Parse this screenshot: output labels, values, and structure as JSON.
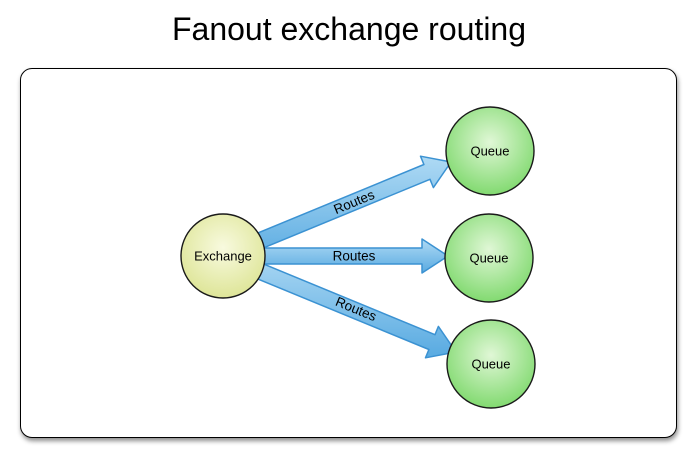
{
  "title": "Fanout exchange routing",
  "exchange": {
    "label": "Exchange"
  },
  "queues": [
    {
      "label": "Queue"
    },
    {
      "label": "Queue"
    },
    {
      "label": "Queue"
    }
  ],
  "routes": [
    {
      "label": "Routes"
    },
    {
      "label": "Routes"
    },
    {
      "label": "Routes"
    }
  ],
  "colors": {
    "arrow_fill_light": "#AFDAF4",
    "arrow_fill_dark": "#58AAE1",
    "arrow_stroke": "#3B92D2",
    "exchange_center": "#F8FADF",
    "exchange_edge": "#D9E18A",
    "queue_center": "#E0F7D6",
    "queue_edge": "#6FD45C",
    "node_stroke": "#1A1A1A"
  }
}
